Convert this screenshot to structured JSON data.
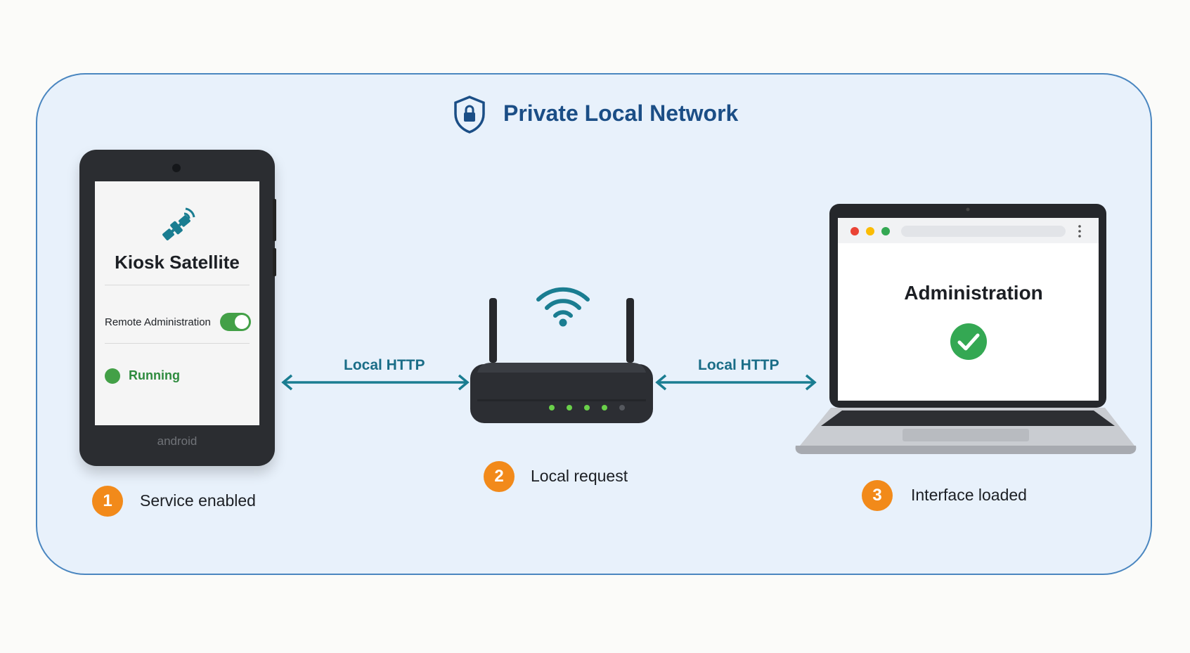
{
  "network": {
    "title": "Private Local Network"
  },
  "tablet": {
    "app_title": "Kiosk Satellite",
    "setting_label": "Remote Administration",
    "setting_enabled": true,
    "status": "Running",
    "brand": "android"
  },
  "connections": [
    {
      "label": "Local HTTP"
    },
    {
      "label": "Local HTTP"
    }
  ],
  "laptop": {
    "page_title": "Administration"
  },
  "steps": [
    {
      "number": "1",
      "label": "Service enabled"
    },
    {
      "number": "2",
      "label": "Local request"
    },
    {
      "number": "3",
      "label": "Interface loaded"
    }
  ],
  "colors": {
    "frame": "#4a86c0",
    "title": "#1b4e86",
    "arrow": "#1a7d91",
    "step_badge": "#f28a1a",
    "status_green": "#43a047"
  }
}
